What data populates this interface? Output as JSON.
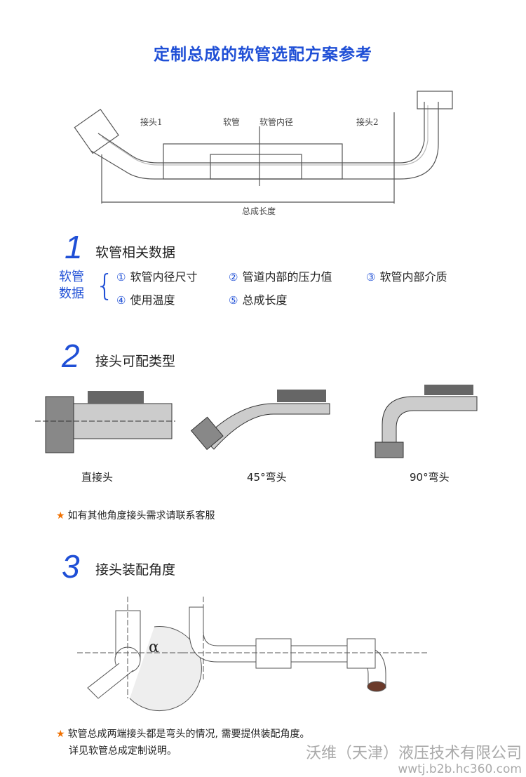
{
  "title": "定制总成的软管选配方案参考",
  "diagram": {
    "fitting1": "接头1",
    "hose": "软管",
    "hose_id": "软管内径",
    "fitting2": "接头2",
    "total_length": "总成长度"
  },
  "section1": {
    "number": "1",
    "heading": "软管相关数据",
    "side_label_line1": "软管",
    "side_label_line2": "数据",
    "items": [
      {
        "mark": "①",
        "label": "软管内径尺寸"
      },
      {
        "mark": "②",
        "label": "管道内部的压力值"
      },
      {
        "mark": "③",
        "label": "软管内部介质"
      },
      {
        "mark": "④",
        "label": "使用温度"
      },
      {
        "mark": "⑤",
        "label": "总成长度"
      }
    ]
  },
  "section2": {
    "number": "2",
    "heading": "接头可配类型",
    "types": [
      "直接头",
      "45°弯头",
      "90°弯头"
    ],
    "note": "如有其他角度接头需求请联系客服"
  },
  "section3": {
    "number": "3",
    "heading": "接头装配角度",
    "alpha": "α",
    "note_line1": "软管总成两端接头都是弯头的情况, 需要提供装配角度。",
    "note_line2": "详见软管总成定制说明。"
  },
  "watermark": {
    "company": "沃维（天津）液压技术有限公司",
    "url": "wwtj.b2b.hc360.com"
  },
  "colors": {
    "accent": "#1f4fd6",
    "star": "#f07000"
  }
}
